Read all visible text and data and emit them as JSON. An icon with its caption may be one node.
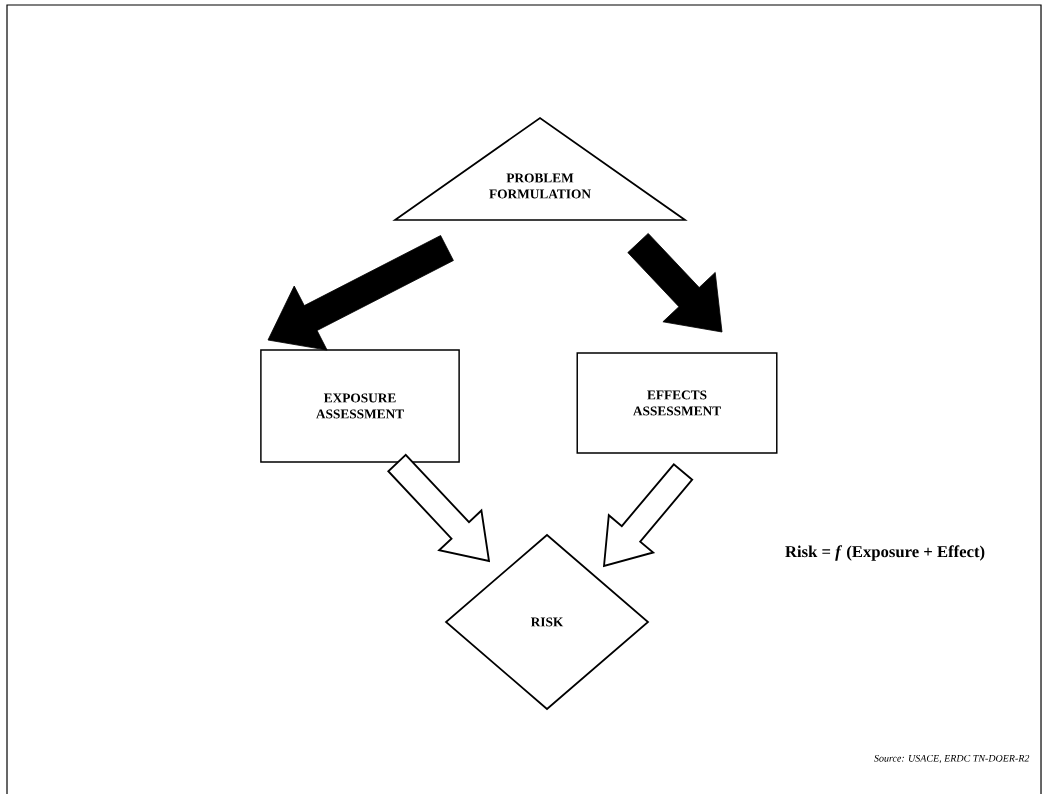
{
  "diagram": {
    "nodes": [
      {
        "text": [
          "PROBLEM FORMULATION"
        ]
      },
      {
        "text": [
          "EXPOSURE ASSESSMENT"
        ]
      },
      {
        "text": [
          "EFFECTS ASSESSMENT"
        ]
      },
      {
        "text": [
          "RISK"
        ]
      }
    ],
    "edges": [
      {
        "from": 0,
        "to": 1,
        "arrow": "to",
        "style": "thick"
      },
      {
        "from": 0,
        "to": 2,
        "arrow": "to",
        "style": "thick"
      },
      {
        "from": 1,
        "to": 3,
        "arrow": "to"
      },
      {
        "from": 2,
        "to": 3,
        "arrow": "to"
      }
    ],
    "labels": [
      "Risk = *f* (Exposure + Effect)",
      "Source: USACE, ERDC TN-DOER-R2"
    ]
  }
}
